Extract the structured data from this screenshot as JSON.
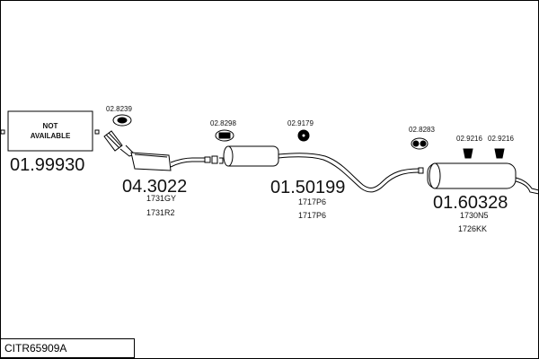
{
  "diagram": {
    "not_available_line1": "NOT",
    "not_available_line2": "AVAILABLE",
    "parts": [
      {
        "number": "01.99930"
      },
      {
        "number": "04.3022",
        "refs": [
          "1731GY",
          "1731R2"
        ]
      },
      {
        "number": "01.50199",
        "refs": [
          "1717P6",
          "1717P6"
        ]
      },
      {
        "number": "01.60328",
        "refs": [
          "1730N5",
          "1726KK"
        ]
      }
    ],
    "accessories": [
      "02.8239",
      "02.8298",
      "02.9179",
      "02.8283",
      "02.9216",
      "02.9216"
    ],
    "code": "CITR65909A"
  },
  "colors": {
    "line": "#000000",
    "background": "#ffffff"
  }
}
